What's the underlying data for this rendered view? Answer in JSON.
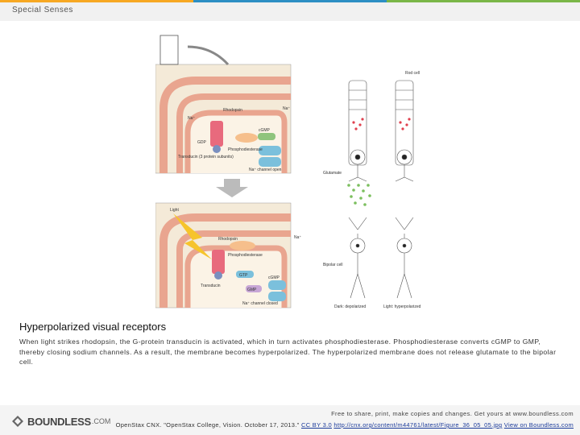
{
  "header": {
    "section_title": "Special Senses",
    "bar_colors": [
      "#f7a823",
      "#2d8fc4",
      "#7ab648",
      "#dddddd"
    ]
  },
  "figure": {
    "labels": {
      "rhodopsin_top": "Rhodopsin",
      "gdp": "GDP",
      "cgmp": "cGMP",
      "phosphodiesterase_top": "Phosphodiesterase",
      "transducin_top": "Transducin (3 protein subunits)",
      "na_channel_open": "Na⁺ channel open",
      "light": "Light",
      "rhodopsin_bottom": "Rhodopsin",
      "phosphodiesterase_bottom": "Phosphodiesterase",
      "transducin_bottom": "Transducin",
      "gtp": "GTP",
      "gmp": "GMP",
      "cgmp_bottom": "cGMP",
      "na_channel_closed": "Na⁺ channel closed",
      "rod_cell": "Rod cell",
      "glutamate": "Glutamate",
      "bipolar_cell": "Bipolar cell",
      "dark": "Dark: depolarized",
      "light_hyper": "Light: hyperpolarized",
      "na": "Na⁺"
    }
  },
  "content": {
    "title": "Hyperpolarized visual receptors",
    "description": "When light strikes rhodopsin, the G-protein transducin is activated, which in turn activates phosphodiesterase. Phosphodiesterase converts cGMP to GMP, thereby closing sodium channels. As a result, the membrane becomes hyperpolarized. The hyperpolarized membrane does not release glutamate to the bipolar cell."
  },
  "footer": {
    "logo_word": "BOUNDLESS",
    "logo_suffix": ".COM",
    "free_text": "Free to share, print, make copies and changes. Get yours at www.boundless.com",
    "attribution_prefix": "OpenStax CNX. \"OpenStax College, Vision. October 17, 2013.\"",
    "license_link": "CC BY 3.0",
    "source_link": "http://cnx.org/content/m44761/latest/Figure_36_05_05.jpg",
    "view_link": "View on Boundless.com"
  }
}
